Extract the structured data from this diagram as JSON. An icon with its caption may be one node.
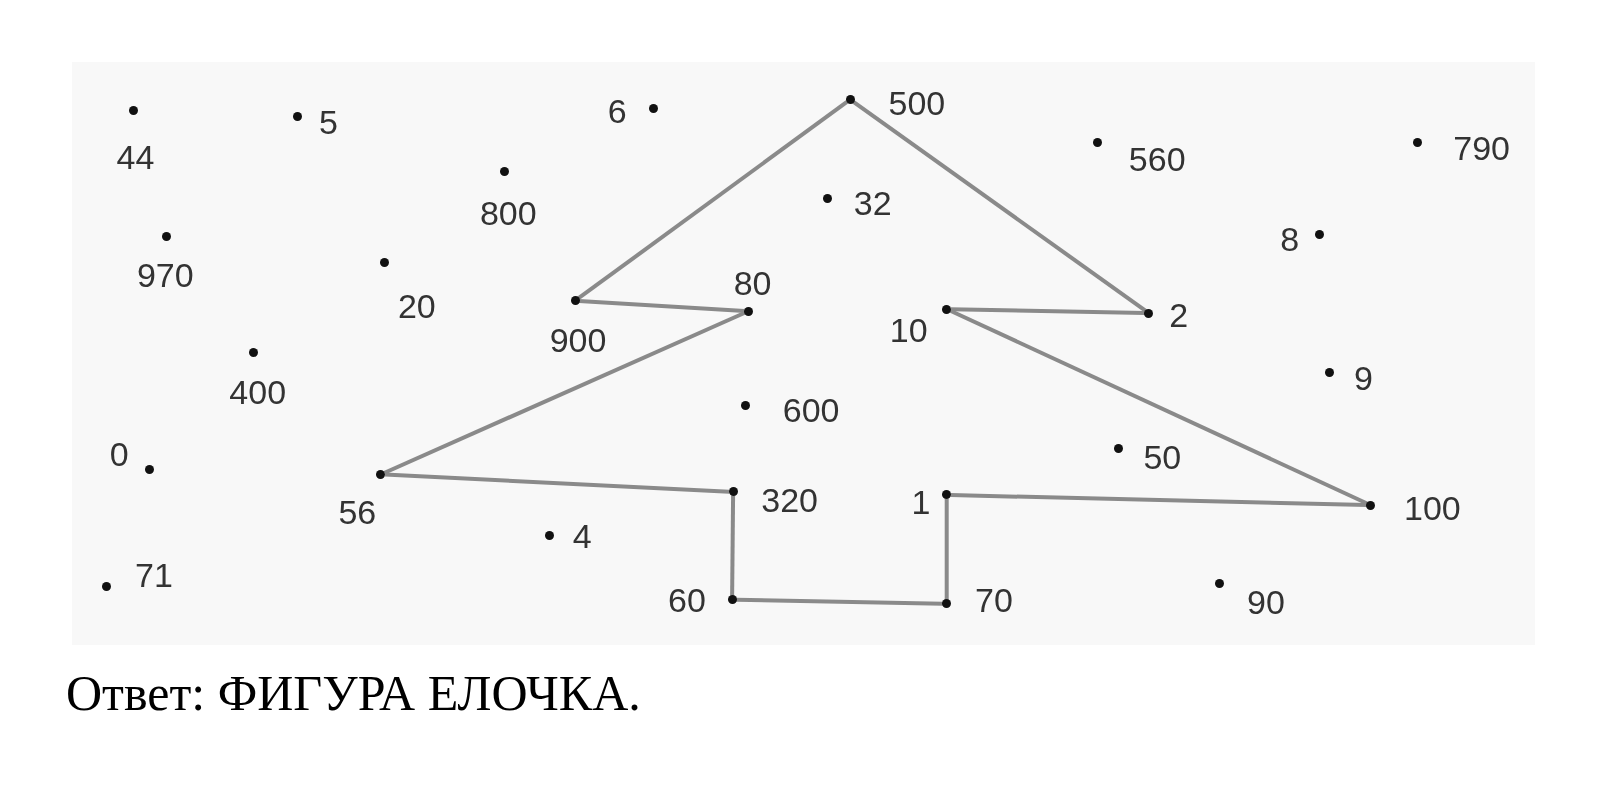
{
  "diagram": {
    "caption": "Ответ: ФИГУРА ЕЛОЧКА.",
    "nodes": [
      {
        "text": [],
        "shape": "circle",
        "beside": [
          "44"
        ]
      },
      {
        "text": [],
        "shape": "circle",
        "beside": [
          "5"
        ]
      },
      {
        "text": [],
        "shape": "circle",
        "beside": [
          "6"
        ]
      },
      {
        "text": [],
        "shape": "circle",
        "beside": [
          "500"
        ]
      },
      {
        "text": [],
        "shape": "circle",
        "beside": [
          "560"
        ]
      },
      {
        "text": [],
        "shape": "circle",
        "beside": [
          "790"
        ]
      },
      {
        "text": [],
        "shape": "circle",
        "beside": [
          "800"
        ]
      },
      {
        "text": [],
        "shape": "circle",
        "beside": [
          "32"
        ]
      },
      {
        "text": [],
        "shape": "circle",
        "beside": [
          "970"
        ]
      },
      {
        "text": [],
        "shape": "circle",
        "beside": [
          "8"
        ]
      },
      {
        "text": [],
        "shape": "circle",
        "beside": [
          "20"
        ]
      },
      {
        "text": [],
        "shape": "circle",
        "beside": [
          "80"
        ]
      },
      {
        "text": [],
        "shape": "circle",
        "beside": [
          "900"
        ]
      },
      {
        "text": [],
        "shape": "circle",
        "beside": [
          "10"
        ]
      },
      {
        "text": [],
        "shape": "circle",
        "beside": [
          "2"
        ]
      },
      {
        "text": [],
        "shape": "circle",
        "beside": [
          "400"
        ]
      },
      {
        "text": [],
        "shape": "circle",
        "beside": [
          "9"
        ]
      },
      {
        "text": [],
        "shape": "circle",
        "beside": [
          "600"
        ]
      },
      {
        "text": [],
        "shape": "circle",
        "beside": [
          "50"
        ]
      },
      {
        "text": [],
        "shape": "circle",
        "beside": [
          "0"
        ]
      },
      {
        "text": [],
        "shape": "circle",
        "beside": [
          "56"
        ]
      },
      {
        "text": [],
        "shape": "circle",
        "beside": [
          "320"
        ]
      },
      {
        "text": [],
        "shape": "circle",
        "beside": [
          "1"
        ]
      },
      {
        "text": [],
        "shape": "circle",
        "beside": [
          "100"
        ]
      },
      {
        "text": [],
        "shape": "circle",
        "beside": [
          "4"
        ]
      },
      {
        "text": [],
        "shape": "circle",
        "beside": [
          "71"
        ]
      },
      {
        "text": [],
        "shape": "circle",
        "beside": [
          "60"
        ]
      },
      {
        "text": [],
        "shape": "circle",
        "beside": [
          "70"
        ]
      },
      {
        "text": [],
        "shape": "circle",
        "beside": [
          "90"
        ]
      }
    ],
    "edges": [
      {
        "from": 3,
        "to": 12,
        "arrow": "none"
      },
      {
        "from": 12,
        "to": 11,
        "arrow": "none"
      },
      {
        "from": 11,
        "to": 20,
        "arrow": "none"
      },
      {
        "from": 20,
        "to": 21,
        "arrow": "none"
      },
      {
        "from": 21,
        "to": 26,
        "arrow": "none"
      },
      {
        "from": 26,
        "to": 27,
        "arrow": "none"
      },
      {
        "from": 27,
        "to": 22,
        "arrow": "none"
      },
      {
        "from": 22,
        "to": 23,
        "arrow": "none"
      },
      {
        "from": 23,
        "to": 13,
        "arrow": "none"
      },
      {
        "from": 13,
        "to": 14,
        "arrow": "none"
      },
      {
        "from": 14,
        "to": 3,
        "arrow": "none"
      }
    ]
  }
}
